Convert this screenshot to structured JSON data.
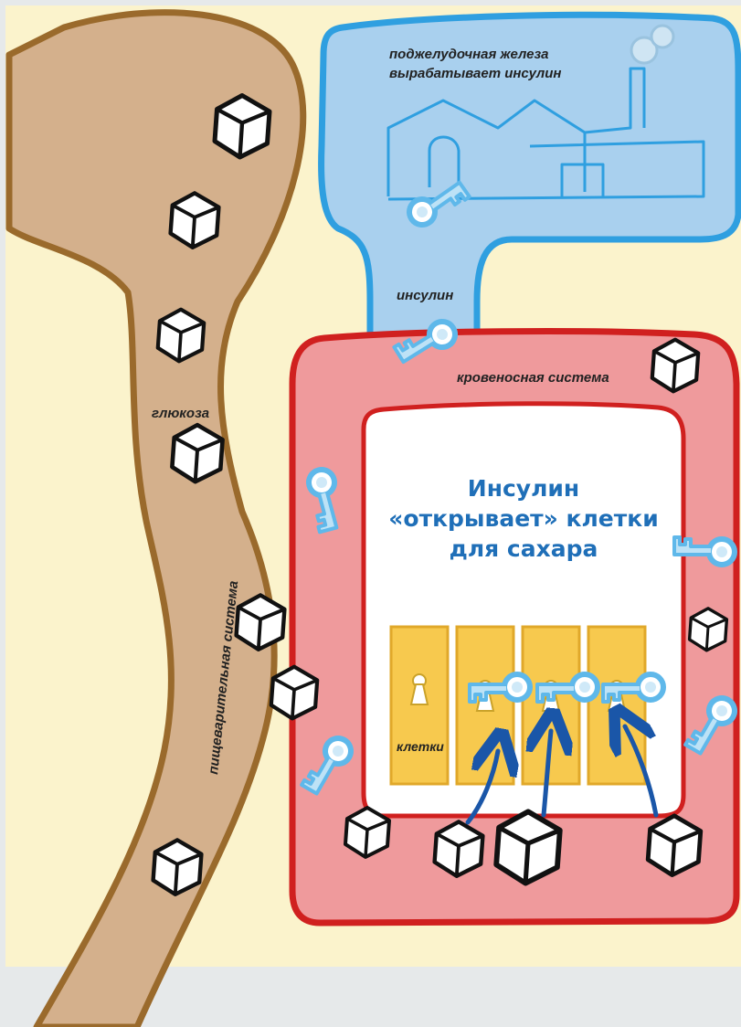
{
  "labels": {
    "pancreas": [
      "поджелудочная железа",
      "вырабатывает инсулин"
    ],
    "insulin": "инсулин",
    "blood_system": "кровеносная система",
    "glucose": "глюкоза",
    "digestive_system": "пищеварительная система",
    "cells": "клетки"
  },
  "title": [
    "Инсулин",
    "«открывает» клетки",
    "для сахара"
  ],
  "colors": {
    "background": "#fbf3cc",
    "digestive_fill": "#d4b08c",
    "digestive_stroke": "#9a6a2c",
    "pancreas_fill": "#a9d0ee",
    "pancreas_stroke": "#2f9fe0",
    "blood_fill": "#ef9a9c",
    "blood_stroke": "#d0201f",
    "cell_fill": "#f7c94e",
    "key": "#5fb8ea",
    "title": "#1f6fb8",
    "arrow": "#1a56a8"
  },
  "icons": [
    "sugar-cube-icon",
    "key-icon",
    "keyhole-icon",
    "factory-icon",
    "arrow-icon"
  ]
}
